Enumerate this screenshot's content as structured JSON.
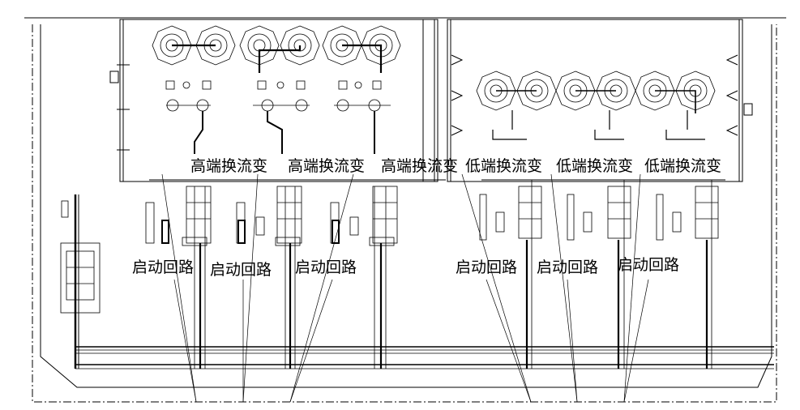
{
  "labels": {
    "high_converter_1": "高端换流变",
    "high_converter_2": "高端换流变",
    "high_converter_3": "高端换流变",
    "low_converter_1": "低端换流变",
    "low_converter_2": "低端换流变",
    "low_converter_3": "低端换流变",
    "start_circuit_1": "启动回路",
    "start_circuit_2": "启动回路",
    "start_circuit_3": "启动回路",
    "start_circuit_4": "启动回路",
    "start_circuit_5": "启动回路",
    "start_circuit_6": "启动回路"
  }
}
